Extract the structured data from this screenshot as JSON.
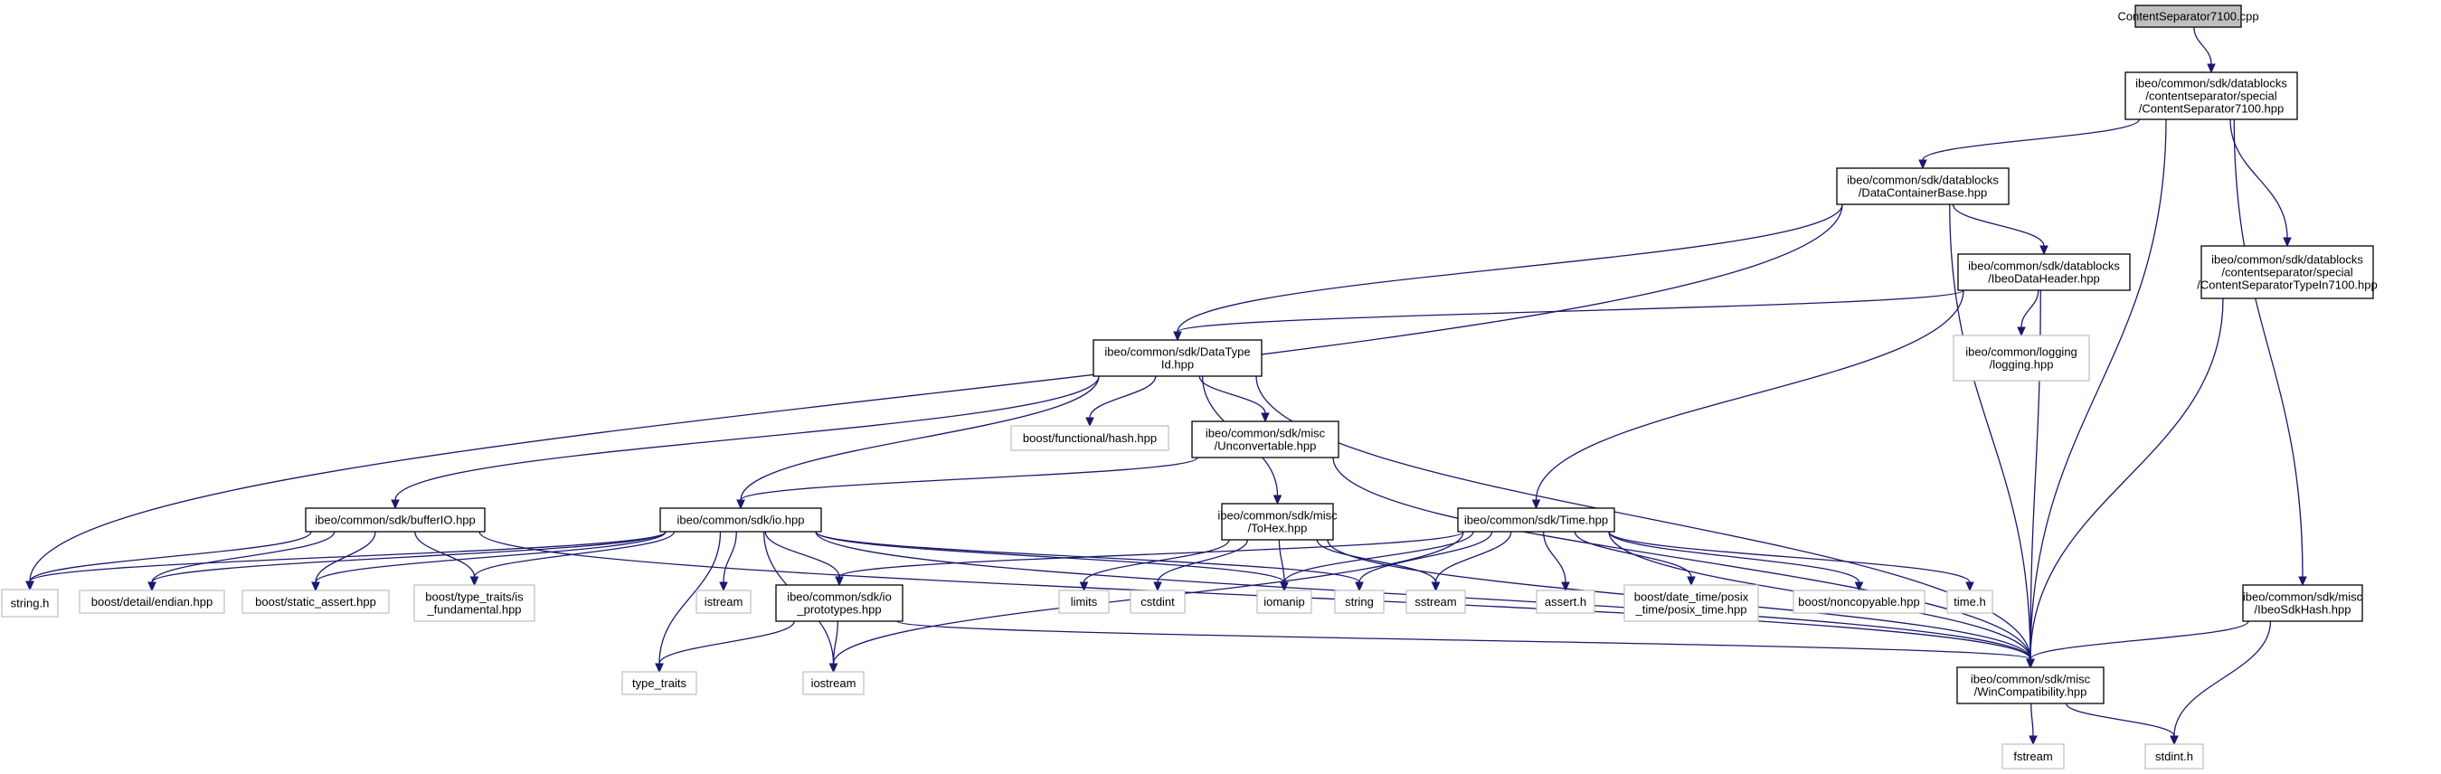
{
  "graph": {
    "nodes": [
      {
        "id": "root",
        "lines": [
          "ContentSeparator7100.cpp"
        ],
        "kind": "root"
      },
      {
        "id": "cs7100",
        "lines": [
          "ibeo/common/sdk/datablocks",
          "/contentseparator/special",
          "/ContentSeparator7100.hpp"
        ],
        "kind": "doc"
      },
      {
        "id": "dcb",
        "lines": [
          "ibeo/common/sdk/datablocks",
          "/DataContainerBase.hpp"
        ],
        "kind": "doc"
      },
      {
        "id": "idh",
        "lines": [
          "ibeo/common/sdk/datablocks",
          "/IbeoDataHeader.hpp"
        ],
        "kind": "doc"
      },
      {
        "id": "csti",
        "lines": [
          "ibeo/common/sdk/datablocks",
          "/contentseparator/special",
          "/ContentSeparatorTypeIn7100.hpp"
        ],
        "kind": "doc"
      },
      {
        "id": "dtid",
        "lines": [
          "ibeo/common/sdk/DataType",
          "Id.hpp"
        ],
        "kind": "doc"
      },
      {
        "id": "logging",
        "lines": [
          "ibeo/common/logging",
          "/logging.hpp"
        ],
        "kind": "ext"
      },
      {
        "id": "funchash",
        "lines": [
          "boost/functional/hash.hpp"
        ],
        "kind": "ext"
      },
      {
        "id": "unconv",
        "lines": [
          "ibeo/common/sdk/misc",
          "/Unconvertable.hpp"
        ],
        "kind": "doc"
      },
      {
        "id": "bufio",
        "lines": [
          "ibeo/common/sdk/bufferIO.hpp"
        ],
        "kind": "doc"
      },
      {
        "id": "io",
        "lines": [
          "ibeo/common/sdk/io.hpp"
        ],
        "kind": "doc"
      },
      {
        "id": "tohex",
        "lines": [
          "ibeo/common/sdk/misc",
          "/ToHex.hpp"
        ],
        "kind": "doc"
      },
      {
        "id": "time",
        "lines": [
          "ibeo/common/sdk/Time.hpp"
        ],
        "kind": "doc"
      },
      {
        "id": "sdkhash",
        "lines": [
          "ibeo/common/sdk/misc",
          "/IbeoSdkHash.hpp"
        ],
        "kind": "doc"
      },
      {
        "id": "stringh",
        "lines": [
          "string.h"
        ],
        "kind": "ext"
      },
      {
        "id": "endian",
        "lines": [
          "boost/detail/endian.hpp"
        ],
        "kind": "ext"
      },
      {
        "id": "sassert",
        "lines": [
          "boost/static_assert.hpp"
        ],
        "kind": "ext"
      },
      {
        "id": "isfund",
        "lines": [
          "boost/type_traits/is",
          "_fundamental.hpp"
        ],
        "kind": "ext"
      },
      {
        "id": "istream",
        "lines": [
          "istream"
        ],
        "kind": "ext"
      },
      {
        "id": "ioproto",
        "lines": [
          "ibeo/common/sdk/io",
          "_prototypes.hpp"
        ],
        "kind": "doc"
      },
      {
        "id": "limits",
        "lines": [
          "limits"
        ],
        "kind": "ext"
      },
      {
        "id": "cstdint",
        "lines": [
          "cstdint"
        ],
        "kind": "ext"
      },
      {
        "id": "iomanip",
        "lines": [
          "iomanip"
        ],
        "kind": "ext"
      },
      {
        "id": "string",
        "lines": [
          "string"
        ],
        "kind": "ext"
      },
      {
        "id": "sstream",
        "lines": [
          "sstream"
        ],
        "kind": "ext"
      },
      {
        "id": "asserth",
        "lines": [
          "assert.h"
        ],
        "kind": "ext"
      },
      {
        "id": "posix",
        "lines": [
          "boost/date_time/posix",
          "_time/posix_time.hpp"
        ],
        "kind": "ext"
      },
      {
        "id": "noncopy",
        "lines": [
          "boost/noncopyable.hpp"
        ],
        "kind": "ext"
      },
      {
        "id": "timeh",
        "lines": [
          "time.h"
        ],
        "kind": "ext"
      },
      {
        "id": "typetraits",
        "lines": [
          "type_traits"
        ],
        "kind": "ext"
      },
      {
        "id": "iostream",
        "lines": [
          "iostream"
        ],
        "kind": "ext"
      },
      {
        "id": "wincompat",
        "lines": [
          "ibeo/common/sdk/misc",
          "/WinCompatibility.hpp"
        ],
        "kind": "doc"
      },
      {
        "id": "fstream",
        "lines": [
          "fstream"
        ],
        "kind": "ext"
      },
      {
        "id": "stdinth",
        "lines": [
          "stdint.h"
        ],
        "kind": "ext"
      }
    ],
    "edges": [
      [
        "root",
        "cs7100"
      ],
      [
        "cs7100",
        "dcb"
      ],
      [
        "cs7100",
        "wincompat"
      ],
      [
        "cs7100",
        "csti"
      ],
      [
        "cs7100",
        "sdkhash"
      ],
      [
        "dcb",
        "stringh"
      ],
      [
        "dcb",
        "dtid"
      ],
      [
        "dcb",
        "idh"
      ],
      [
        "dcb",
        "wincompat"
      ],
      [
        "idh",
        "dtid"
      ],
      [
        "idh",
        "logging"
      ],
      [
        "idh",
        "time"
      ],
      [
        "idh",
        "wincompat"
      ],
      [
        "csti",
        "wincompat"
      ],
      [
        "dtid",
        "bufio"
      ],
      [
        "dtid",
        "funchash"
      ],
      [
        "dtid",
        "unconv"
      ],
      [
        "dtid",
        "io"
      ],
      [
        "dtid",
        "tohex"
      ],
      [
        "dtid",
        "wincompat"
      ],
      [
        "unconv",
        "io"
      ],
      [
        "unconv",
        "wincompat"
      ],
      [
        "bufio",
        "stringh"
      ],
      [
        "bufio",
        "endian"
      ],
      [
        "bufio",
        "sassert"
      ],
      [
        "bufio",
        "isfund"
      ],
      [
        "bufio",
        "wincompat"
      ],
      [
        "io",
        "stringh"
      ],
      [
        "io",
        "endian"
      ],
      [
        "io",
        "sassert"
      ],
      [
        "io",
        "isfund"
      ],
      [
        "io",
        "istream"
      ],
      [
        "io",
        "ioproto"
      ],
      [
        "io",
        "iomanip"
      ],
      [
        "io",
        "string"
      ],
      [
        "io",
        "typetraits"
      ],
      [
        "io",
        "iostream"
      ],
      [
        "io",
        "wincompat"
      ],
      [
        "tohex",
        "limits"
      ],
      [
        "tohex",
        "cstdint"
      ],
      [
        "tohex",
        "iomanip"
      ],
      [
        "tohex",
        "sstream"
      ],
      [
        "tohex",
        "wincompat"
      ],
      [
        "time",
        "ioproto"
      ],
      [
        "time",
        "iomanip"
      ],
      [
        "time",
        "string"
      ],
      [
        "time",
        "sstream"
      ],
      [
        "time",
        "asserth"
      ],
      [
        "time",
        "posix"
      ],
      [
        "time",
        "noncopy"
      ],
      [
        "time",
        "timeh"
      ],
      [
        "time",
        "iostream"
      ],
      [
        "time",
        "wincompat"
      ],
      [
        "ioproto",
        "typetraits"
      ],
      [
        "ioproto",
        "iostream"
      ],
      [
        "ioproto",
        "wincompat"
      ],
      [
        "sdkhash",
        "wincompat"
      ],
      [
        "sdkhash",
        "stdinth"
      ],
      [
        "wincompat",
        "fstream"
      ],
      [
        "wincompat",
        "stdinth"
      ]
    ],
    "colors": {
      "edge": "#191970",
      "doc_border": "#000000",
      "ext_border": "#bfbfbf",
      "root_fill": "#bfbfbf"
    }
  }
}
